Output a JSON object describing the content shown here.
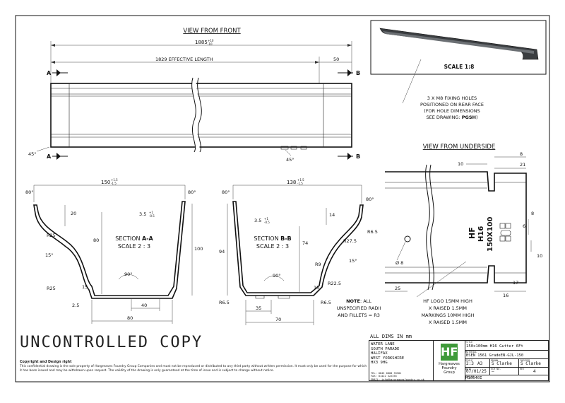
{
  "views": {
    "front_title": "VIEW FROM FRONT",
    "underside_title": "VIEW FROM UNDERSIDE"
  },
  "front": {
    "overall_length": "1885",
    "overall_tol_upper": "+10",
    "overall_tol_lower": "-10",
    "effective_length": "1829 EFFECTIVE LENGTH",
    "end_dim": "50",
    "angle_left": "45°",
    "angle_bottom": "45°",
    "section_a": "A",
    "section_b": "B"
  },
  "inset": {
    "scale": "SCALE 1:8"
  },
  "fixing_note": {
    "line1": "3 X M8 FIXING HOLES",
    "line2": "POSITIONED ON REAR FACE",
    "line3": "(FOR HOLE DIMENSIONS",
    "line4_prefix": "SEE DRAWING: ",
    "line4_bold": "PGSH",
    "line4_suffix": ")"
  },
  "section_aa": {
    "title_prefix": "SECTION ",
    "title_bold": "A-A",
    "scale": "SCALE 2 : 3",
    "width_top": "150",
    "width_tol_upper": "+1.5",
    "width_tol_lower": "-1.5",
    "angle_left": "80°",
    "angle_right": "80°",
    "d20": "20",
    "d3_5": "3.5",
    "d3_5_tol_upper": "+1",
    "d3_5_tol_lower": "-0.5",
    "r25_top": "R25",
    "a15": "15°",
    "d80": "80",
    "d100": "100",
    "r25_bot": "R25",
    "d15": "15",
    "a90": "90°",
    "d40": "40",
    "d2_5": "2.5",
    "d80_bottom": "80"
  },
  "section_bb": {
    "title_prefix": "SECTION ",
    "title_bold": "B-B",
    "scale": "SCALE 2 : 3",
    "width_top": "138",
    "width_tol_upper": "+1.5",
    "width_tol_lower": "-1.5",
    "angle_left": "80°",
    "angle_right": "80°",
    "d3_5": "3.5",
    "d3_5_tol_upper": "+1",
    "d3_5_tol_lower": "-0.5",
    "d14": "14",
    "r6_5_top": "R6.5",
    "r27_5": "R27.5",
    "d94": "94",
    "d74": "74",
    "r9": "R9",
    "a15": "15°",
    "r22_5": "R22.5",
    "a90": "90°",
    "r6_5_left": "R6.5",
    "r6_5_right": "R6.5",
    "d15": "15",
    "d35": "35",
    "d70": "70"
  },
  "radii_note": {
    "bold": "NOTE",
    "line1": ": ALL",
    "line2": "UNSPECIFIED RADII",
    "line3": "AND FILLETS = R3"
  },
  "underside": {
    "d10": "10",
    "d8_top": "8",
    "d21": "21",
    "d8_right": "8",
    "d10_right": "10",
    "d6": "6",
    "d25": "25",
    "d16": "16",
    "d17": "17",
    "dia8": "Ø 8",
    "mark_hf": "HF",
    "mark_h16": "H16",
    "mark_size": "150X100",
    "note1": "HF LOGO 15MM HIGH",
    "note2": "X RAISED 1.5MM",
    "note3": "MARKINGS 10MM HIGH",
    "note4": "X RAISED 1.5MM"
  },
  "footer": {
    "uncontrolled": "UNCONTROLLED COPY",
    "copyright_title": "Copyright and Design right",
    "copyright_text": "This confidential drawing is the sole property of Hargreaves Foundry Group Companies and must not be reproduced or distributed to any third party without written permission. It must only be used for the purpose for which it has been issued and may be withdrawn upon request. The validity of the drawing is only guaranteed at the time of issue and is subject to change without notice.",
    "all_dims": "ALL DIMS IN mm"
  },
  "title_block": {
    "address": [
      "WATER LANE",
      "SOUTH PARADE",
      "HALIFAX",
      "WEST YORKSHIRE",
      "HX3 9HG"
    ],
    "tel": "TEL: 0845 0800 33301",
    "fax": "FAX: 01422 322355",
    "email": "EMAIL: info@hargreavesfoundry.co.uk",
    "logo_mark": "HF",
    "company": [
      "Hargreaves",
      "Foundry",
      "Group"
    ],
    "title_label": "TITLE",
    "title_value": "150x100mm H16 Gutter 6Ft",
    "material_label": "MATERIAL",
    "material_value": "BSEN 1561 GradeEN-GJL-150",
    "scale_label": "SCALE",
    "scale_value": "2:3",
    "size_value": "A3",
    "drawn_label": "DRAWN",
    "drawn_value": "S Clarke",
    "checked_label": "CHECKED",
    "checked_value": "S Clarke",
    "date_label": "DATE",
    "date_value": "07/01/25",
    "ecr_label": "ECR NO.",
    "ecr_value": "–",
    "rev_label": "REV",
    "rev_value": "4",
    "dwg_label": "DWG NO.",
    "dwg_value": "H16640I"
  }
}
